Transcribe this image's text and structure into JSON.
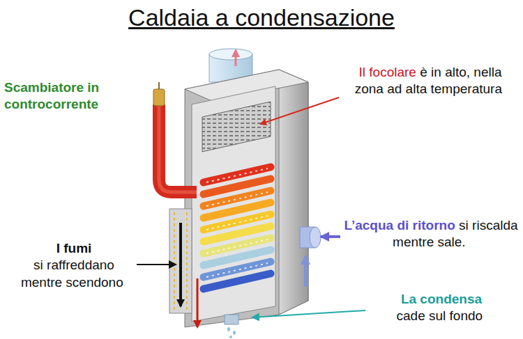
{
  "diagram": {
    "title": "Caldaia a condensazione",
    "labels": [
      "Scambiatore in controcorrente",
      "Il focolare",
      "è in alto, nella zona ad alta temperatura",
      "L’acqua di ritorno",
      "si riscalda mentre sale.",
      "I fumi",
      "si raffreddano mentre scendono",
      "La condensa",
      "cade sul fondo"
    ]
  }
}
